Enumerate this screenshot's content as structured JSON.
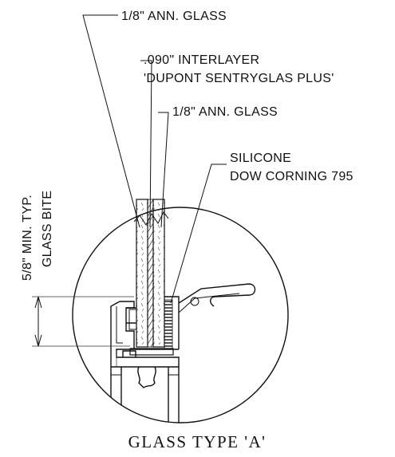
{
  "labels": {
    "glass_outer": "1/8\" ANN. GLASS",
    "interlayer_line1": ".090\" INTERLAYER",
    "interlayer_line2": "'DUPONT SENTRYGLAS PLUS'",
    "glass_inner": "1/8\" ANN. GLASS",
    "silicone_line1": "SILICONE",
    "silicone_line2": "DOW CORNING 795",
    "bite_dimension": "5/8\" MIN. TYP.",
    "bite_label": "GLASS BITE"
  },
  "title": "GLASS TYPE 'A'"
}
